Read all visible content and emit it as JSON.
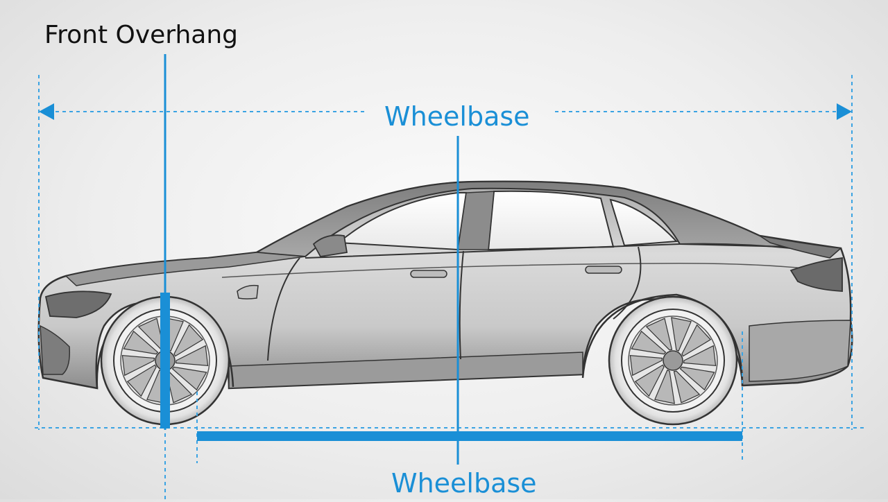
{
  "labels": {
    "front_overhang": "Front Overhang",
    "wheelbase_top": "Wheelbase",
    "wheelbase_bottom": "Wheelbase"
  },
  "colors": {
    "accent": "#1a8fd6",
    "dim_line": "#3aa3e3",
    "body_light": "#d4d4d4",
    "body_dark": "#8a8a8a",
    "outline": "#333333",
    "glass": "#f5f5f5",
    "label_dark": "#111111"
  }
}
